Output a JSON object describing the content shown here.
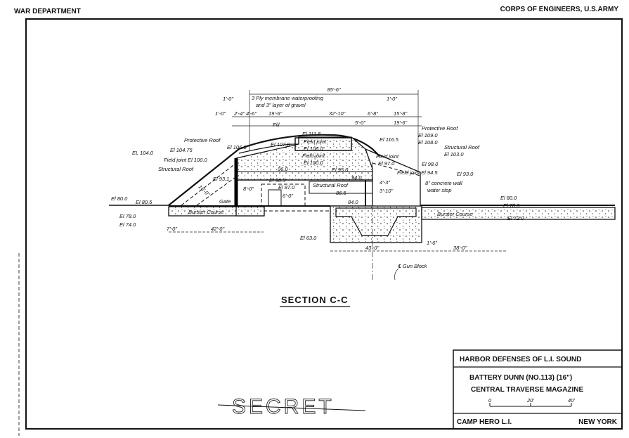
{
  "header": {
    "left": "WAR DEPARTMENT",
    "right": "CORPS OF ENGINEERS, U.S.ARMY"
  },
  "drawing": {
    "section_title": "SECTION C-C",
    "overall_dim": "85'-6\"",
    "note_waterproofing_1": "3 Ply membrane waterproofing",
    "note_waterproofing_2": "and 3\" layer of gravel",
    "labels": {
      "dim_1_0_a": "1'-0\"",
      "dim_1_0_b": "1'-0\"",
      "dim_small": "2'-4\" 4'-6\"",
      "dim_19_6_left": "19'-6\"",
      "dim_32_10": "32'-10\"",
      "dim_5_0": "5'-0\"",
      "dim_6_8": "6'-8\"",
      "dim_1_0_right": "1'-0\"",
      "dim_15_8": "15'-8\"",
      "dim_19_6_right": "19'-6\"",
      "fill": "Fill",
      "protective_roof_left": "Protective Roof",
      "el_106": "El 106.0",
      "el_104_75": "El 104.75",
      "el_104": "EL 104.0",
      "field_joint_100": "Field joint El 100.0",
      "structural_roof_left": "Structural Roof",
      "el_107": "El 107.0",
      "el_111_5": "El 111.5",
      "field_joint_a": "Field joint",
      "el_106_b": "El 106.0",
      "field_joint_b": "Field joint",
      "el_100_b": "El 100.0",
      "el_95": "El 95.0",
      "el_96": "96.0",
      "el_116_5": "El 116.5",
      "protective_roof_right": "Protective Roof",
      "el_109": "El 109.0",
      "el_108": "El 108.0",
      "structural_roof_right": "Structural Roof",
      "el_103": "El 103.0",
      "field_joint_c": "Field joint",
      "el_97": "El 97.0",
      "el_98": "El 98.0",
      "field_joint_945": "Field joint El 94.5",
      "el_93": "El 93.0",
      "el_93_1": "El 93.1",
      "el_90_5": "El 90.5",
      "el_87": "El 87.0",
      "dim_8_0": "8'-0\"",
      "dim_6_0": "6'-0\"",
      "dim_16_0": "16'-0\"",
      "gate": "Gate",
      "structural_roof_mid": "Structural Roof",
      "el_86_5": "86.5",
      "el_94": "94.0",
      "dim_4_3": "4'-3\"",
      "dim_3_10": "3'-10\"",
      "el_84": "84.0",
      "concrete_wall": "8\" concrete wall",
      "water_stop": "water stop",
      "el_80_left": "El 80.0",
      "el_80_5": "El 80.5",
      "el_78_left": "El 78.0",
      "el_74": "El 74.0",
      "burster_left": "Burster Course",
      "dim_7_0": "7'-0\"",
      "dim_42_0": "42'-0\"",
      "el_63": "El 63.0",
      "dim_43_0": "43'-0\"",
      "dim_1_6": "1'-6\"",
      "dim_38_0": "38'-0\"",
      "gun_block": "℄ Gun Block",
      "el_80_right": "El 80.0",
      "el_78_right": "El 78.0",
      "el_72": "El 72.0",
      "burster_right": "Burster Course"
    }
  },
  "stamp": "SECRET",
  "title_block": {
    "line1": "HARBOR DEFENSES OF L.I. SOUND",
    "line2": "BATTERY DUNN (NO.113)  (16\")",
    "line3": "CENTRAL TRAVERSE MAGAZINE",
    "scale_0": "0",
    "scale_20": "20'",
    "scale_40": "40'",
    "location_left": "CAMP HERO L.I.",
    "location_right": "NEW YORK"
  }
}
